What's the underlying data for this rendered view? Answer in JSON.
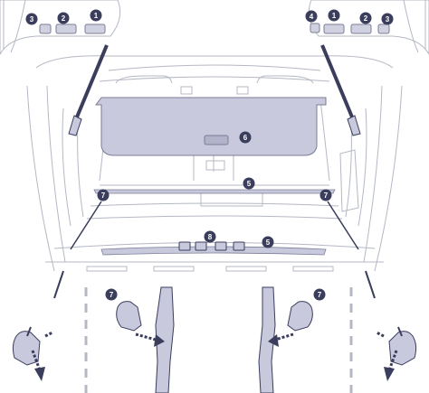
{
  "colors": {
    "line": "#b4b8c4",
    "line_dark": "#8a8fa0",
    "panel_fill": "#c8c9dc",
    "panel_stroke": "#7b7d96",
    "callout_fill": "#3a3d5c",
    "arrow_dark": "#3a3d5c",
    "seat_fill": "#c8c9dc",
    "rail_fill": "#c8c9dc"
  },
  "callouts": {
    "top_left_3": "3",
    "top_left_2": "2",
    "top_left_1": "1",
    "top_right_4": "4",
    "top_right_1": "1",
    "top_right_2": "2",
    "top_right_3": "3",
    "cover_6": "6",
    "rail_5_upper": "5",
    "rail_5_lower": "5",
    "hooks_8": "8",
    "side_7_left": "7",
    "side_7_right": "7",
    "seat_7_left": "7",
    "seat_7_right": "7"
  },
  "icons": {
    "switch_icon": "rectangular switch",
    "cover_handle_icon": "handle slot",
    "hook_icon": "luggage hook"
  }
}
